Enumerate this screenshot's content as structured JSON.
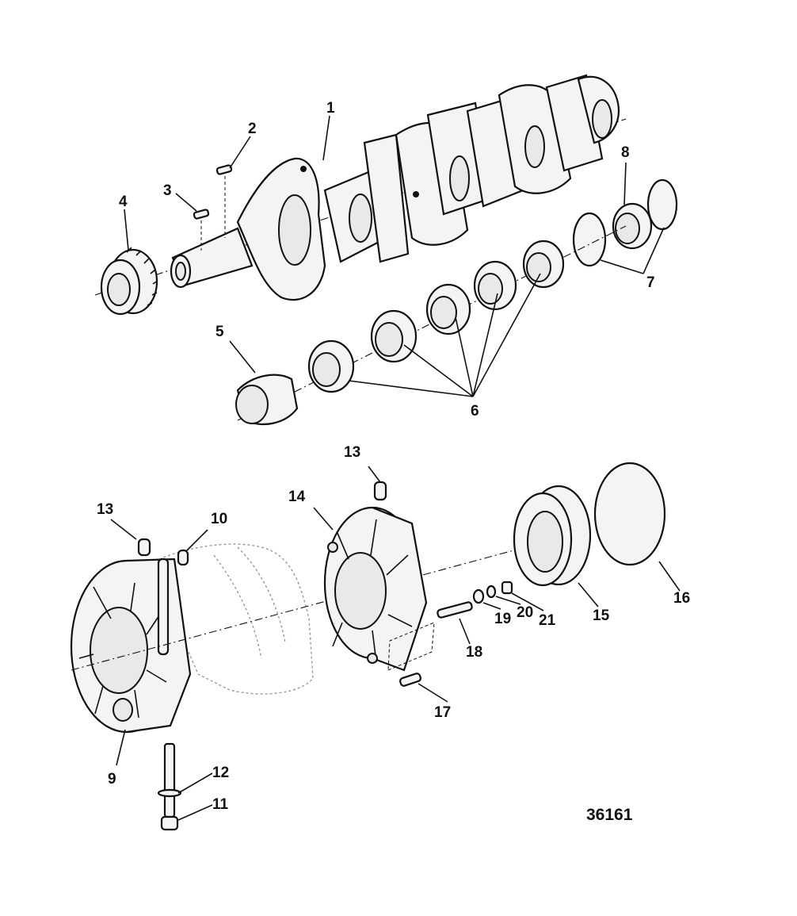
{
  "diagram": {
    "reference_number": "36161",
    "callouts": {
      "c1": "1",
      "c2": "2",
      "c3": "3",
      "c4": "4",
      "c5": "5",
      "c6": "6",
      "c7": "7",
      "c8": "8",
      "c9": "9",
      "c10": "10",
      "c11": "11",
      "c12": "12",
      "c13a": "13",
      "c13b": "13",
      "c14": "14",
      "c15": "15",
      "c16": "16",
      "c17": "17",
      "c18": "18",
      "c19": "19",
      "c20": "20",
      "c21": "21"
    }
  }
}
